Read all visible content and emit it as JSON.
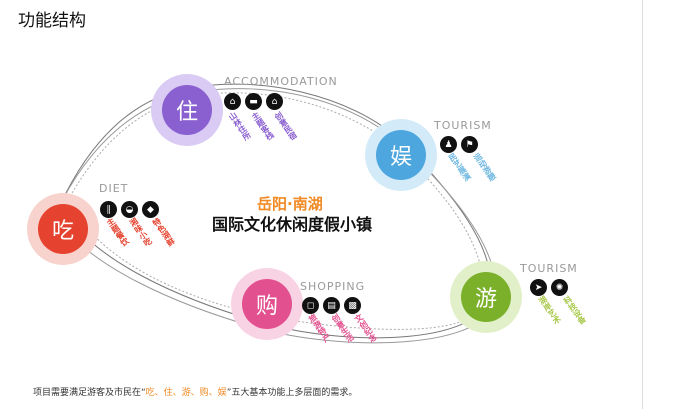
{
  "title": "功能结构",
  "center": {
    "line1": "岳阳·南湖",
    "line2": "国际文化休闲度假小镇"
  },
  "nodes": [
    {
      "char": "住",
      "category": "ACCOMMODATION",
      "color": "#8a5fd0",
      "halo": "#d9cbf3",
      "icons": [
        "museum-icon",
        "boat-icon",
        "house-icon"
      ],
      "labels": [
        "山林住所",
        "主题客栈",
        "创意民宿"
      ]
    },
    {
      "char": "娱",
      "category": "TOURISM",
      "color": "#4ea6de",
      "halo": "#d3ebf8",
      "icons": [
        "performer-icon",
        "runner-icon"
      ],
      "labels": [
        "民艺展演",
        "运动游憩"
      ]
    },
    {
      "char": "吃",
      "category": "DIET",
      "color": "#e5432f",
      "halo": "#f8d2cc",
      "icons": [
        "chopsticks-icon",
        "bowl-icon",
        "fish-icon"
      ],
      "labels": [
        "主题餐饮",
        "湘味小吃",
        "特色湖鲜"
      ]
    },
    {
      "char": "购",
      "category": "SHOPPING",
      "color": "#e3508f",
      "halo": "#f8d3e4",
      "icons": [
        "bag-icon",
        "cart-icon",
        "gift-icon"
      ],
      "labels": [
        "旅游特产",
        "创意生活",
        "文创纪念"
      ]
    },
    {
      "char": "游",
      "category": "TOURISM",
      "color": "#7bb02a",
      "halo": "#e1f0c8",
      "icons": [
        "paper-plane-icon",
        "tree-icon"
      ],
      "labels": [
        "湖岸艺术",
        "科技设备"
      ]
    }
  ],
  "note": {
    "pre": "项目需要满足游客及市民在“",
    "highlight": "吃、住、游、购、娱",
    "post": "”五大基本功能上多层面的需求。"
  }
}
